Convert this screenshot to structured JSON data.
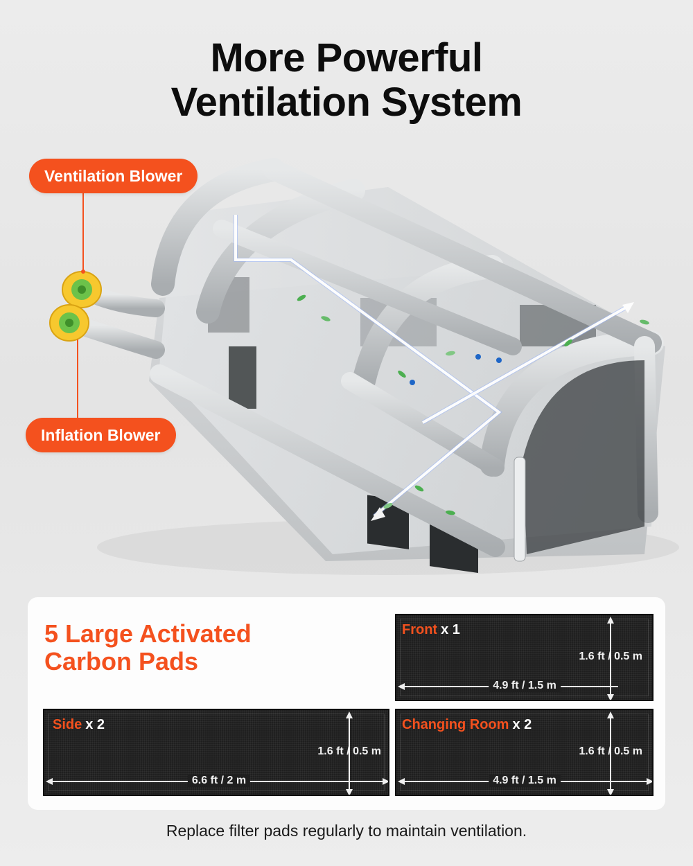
{
  "header": {
    "title_line1": "More Powerful",
    "title_line2": "Ventilation System"
  },
  "callouts": {
    "ventilation": "Ventilation Blower",
    "inflation": "Inflation Blower"
  },
  "pads_section": {
    "title_line1": "5 Large Activated",
    "title_line2": "Carbon Pads",
    "pads": [
      {
        "name": "Front",
        "qty": "x 1",
        "height": "1.6 ft / 0.5 m",
        "width": "4.9 ft / 1.5 m"
      },
      {
        "name": "Side",
        "qty": "x 2",
        "height": "1.6 ft / 0.5 m",
        "width": "6.6 ft / 2 m"
      },
      {
        "name": "Changing Room",
        "qty": "x 2",
        "height": "1.6 ft / 0.5 m",
        "width": "4.9 ft / 1.5 m"
      }
    ]
  },
  "footnote": "Replace filter pads regularly to maintain ventilation.",
  "icons": [
    "blower-icon",
    "arrow-icon"
  ],
  "colors": {
    "accent": "#f4511e",
    "pad": "#1f1f1f",
    "tent": "#c9ccce",
    "leaf": "#4caf50"
  }
}
